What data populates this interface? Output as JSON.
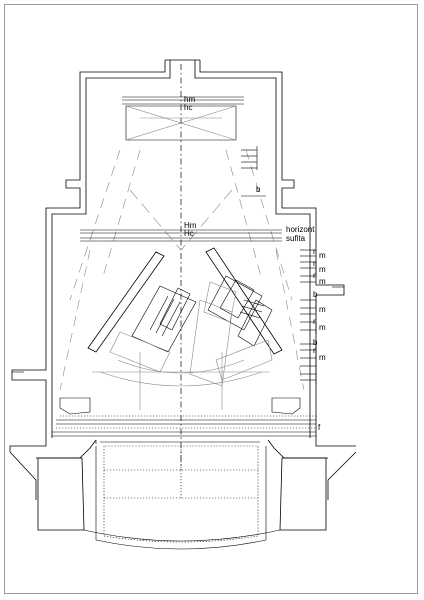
{
  "drawing": {
    "top_labels": {
      "hm": "hm",
      "hc": "hc"
    },
    "mid_labels": {
      "hm": "Hm",
      "hc": "Hc",
      "horizont": "horizont",
      "sufita": "sufita"
    },
    "side_letters": {
      "b_upper": "b",
      "b_lower": "b",
      "f_bottom": "f",
      "r1": "r",
      "m1": "m",
      "r2": "r",
      "m2": "m",
      "r3": "r",
      "m3": "m",
      "m4": "m",
      "r4": "r",
      "m5": "m",
      "b2": "b",
      "r5": "r",
      "m6": "m"
    }
  }
}
